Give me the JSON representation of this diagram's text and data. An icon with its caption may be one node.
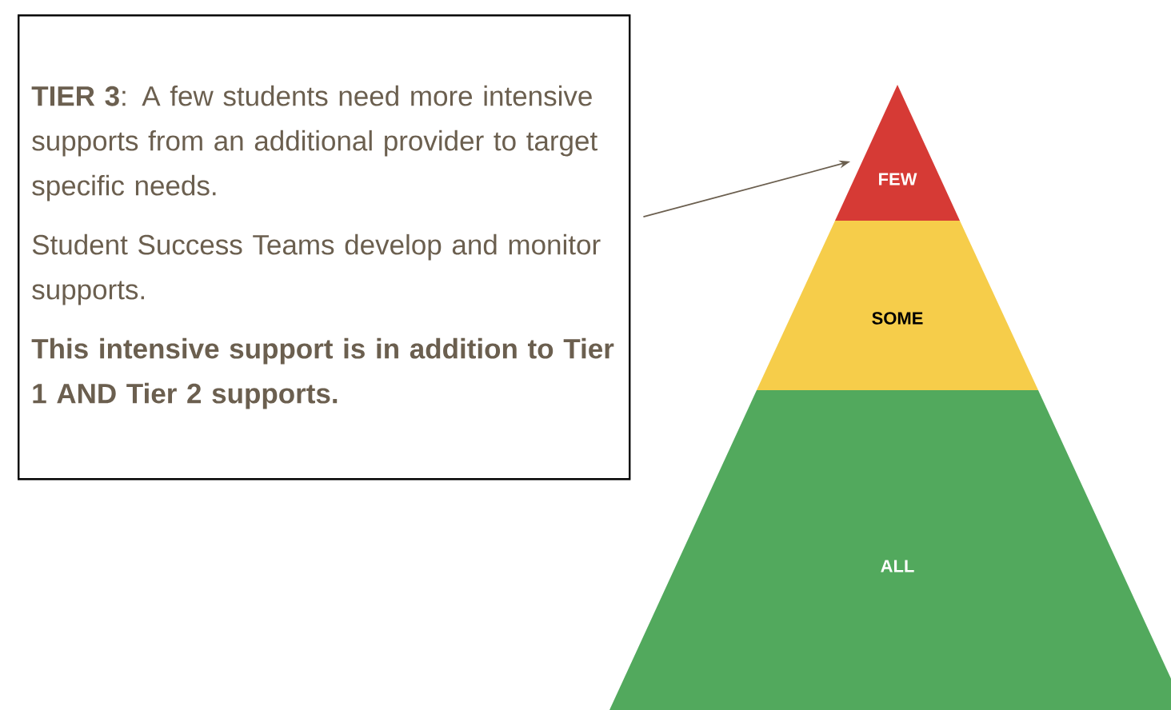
{
  "diagram": {
    "nodes": [
      {
        "text": [
          "**TIER 3**: A few students need more intensive supports from an additional provider to target specific needs.",
          "Student Success Teams develop and monitor supports.",
          "This intensive support is in addition to Tier 1 AND Tier 2 supports."
        ]
      },
      {
        "text": [
          "FEW"
        ]
      },
      {
        "text": [
          "SOME"
        ]
      },
      {
        "text": [
          "ALL"
        ]
      }
    ],
    "edges": [
      {
        "from": 0,
        "to": 1,
        "arrow": "to"
      }
    ]
  }
}
